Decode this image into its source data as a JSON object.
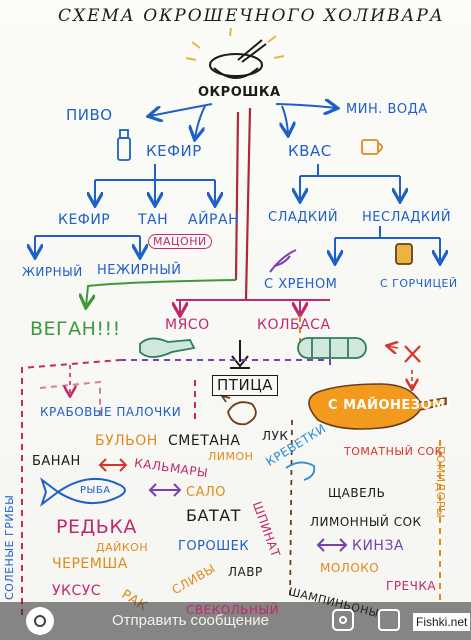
{
  "title": "СХЕМА ОКРОШЕЧНОГО ХОЛИВАРА",
  "root": "ОКРОШКА",
  "branches": {
    "pivo": "ПИВО",
    "min_voda": "МИН. ВОДА",
    "kefir": "КЕФИР",
    "kvas": "КВАС"
  },
  "kefir_types": [
    "КЕФИР",
    "ТАН",
    "АЙРАН"
  ],
  "matsoni": "МАЦОНИ",
  "fat": [
    "ЖИРНЫЙ",
    "НЕЖИРНЫЙ"
  ],
  "kvas_types": [
    "СЛАДКИЙ",
    "НЕСЛАДКИЙ"
  ],
  "kvas_add": [
    "С ХРЕНОМ",
    "С ГОРЧИЦЕЙ"
  ],
  "vegan": "ВЕГАН!!!",
  "meat": [
    "МЯСО",
    "КОЛБАСА",
    "ПТИЦА"
  ],
  "mayo": "С МАЙОНЕЗОМ!",
  "ingredients": {
    "crab": "КРАБОВЫЕ ПАЛОЧКИ",
    "bouillon": "БУЛЬОН",
    "smetana": "СМЕТАНА",
    "limon": "ЛИМОН",
    "luk": "ЛУК",
    "banan": "БАНАН",
    "kalmary": "КАЛЬМАРЫ",
    "krevetki": "КРЕВЕТКИ",
    "tomato": "ТОМАТНЫЙ СОК",
    "ryba": "РЫБА",
    "salo": "САЛО",
    "shavel": "ЩАВЕЛЬ",
    "batat": "БАТАТ",
    "redka": "РЕДЬКА",
    "shpinat": "ШПИНАТ",
    "lemon_juice": "ЛИМОННЫЙ СОК",
    "pomidory": "ПОМИДОРЫ",
    "daikon": "ДАЙКОН",
    "goroshek": "ГОРОШЕК",
    "kinza": "КИНЗА",
    "cheremsha": "ЧЕРЕМША",
    "moloko": "МОЛОКО",
    "griby": "СОЛЕНЫЕ ГРИБЫ",
    "uksus": "УКСУС",
    "rak": "РАК",
    "slivy": "СЛИВЫ",
    "lavr": "ЛАВР",
    "grechka": "ГРЕЧКА",
    "shampinony": "ШАМПИНЬОНЫ",
    "svekolny": "СВЕКОЛЬНЫЙ"
  },
  "footer": {
    "send": "Отправить сообщение",
    "watermark": "Fishki.net"
  },
  "colors": {
    "blue": "#1f5fc8",
    "green": "#3d9a3a",
    "red": "#d8342a",
    "magenta": "#c2286c",
    "orange": "#e08a1c",
    "purple": "#7a3fb0",
    "brown": "#6b3d1c",
    "black": "#1b1b1b",
    "mayo_fill": "#f29a1d"
  }
}
